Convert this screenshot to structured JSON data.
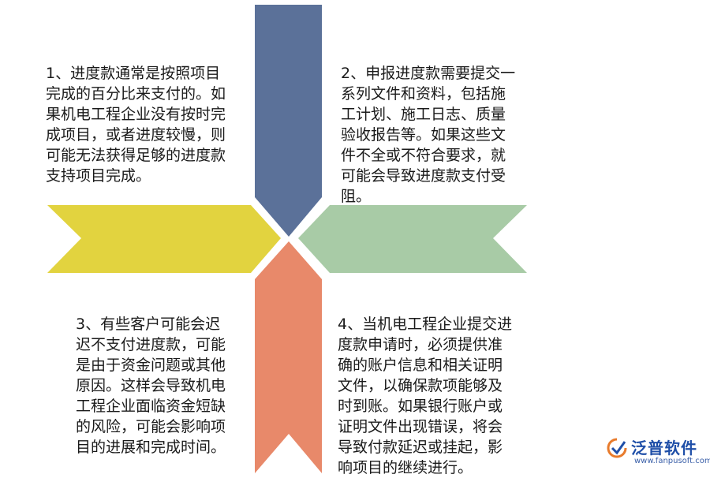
{
  "colors": {
    "top": "#5b7199",
    "left": "#e2d33f",
    "right": "#a8cba6",
    "bottom": "#e8896a",
    "text": "#1a1a1a",
    "logo": "#1f4fa8"
  },
  "items": [
    {
      "text": "1、进度款通常是按照项目\n完成的百分比来支付的。如\n果机电工程企业没有按时完\n成项目，或者进度较慢，则\n可能无法获得足够的进度款\n支持项目完成。"
    },
    {
      "text": "2、申报进度款需要提交一\n系列文件和资料，包括施\n工计划、施工日志、质量\n验收报告等。如果这些文\n件不全或不符合要求，就\n可能会导致进度款支付受\n阻。"
    },
    {
      "text": "3、有些客户可能会迟\n迟不支付进度款，可能\n是由于资金问题或其他\n原因。这样会导致机电\n工程企业面临资金短缺\n的风险，可能会影响项\n目的进展和完成时间。"
    },
    {
      "text": "4、当机电工程企业提交进\n度款申请时，必须提供准\n确的账户信息和相关证明\n文件，以确保款项能够及\n时到账。如果银行账户或\n证明文件出现错误，将会\n导致付款延迟或挂起，影\n响项目的继续进行。"
    }
  ],
  "logo": {
    "name": "泛普软件",
    "url": "www.fanpusoft.com",
    "icon": "fanpu-logo-icon"
  }
}
